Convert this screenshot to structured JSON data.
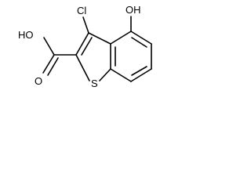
{
  "molecule": {
    "labels": {
      "cl": "Cl",
      "oh_ring": "OH",
      "oh_acid": "HO",
      "o_carbonyl": "O",
      "s": "S"
    }
  }
}
